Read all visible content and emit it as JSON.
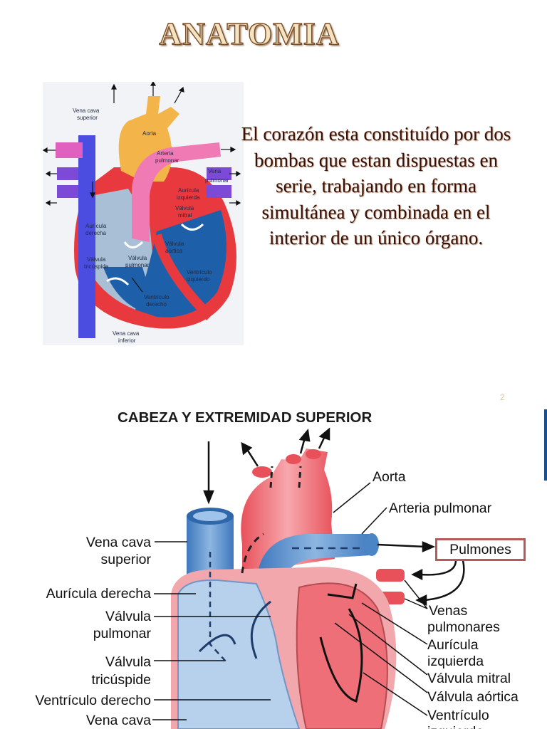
{
  "slide1": {
    "title": "ANATOMIA",
    "body": "El corazón esta constituído por dos bombas que estan dispuestas en serie, trabajando en forma simultánea y combinada en el interior de un único órgano.",
    "page_number": "2",
    "diagram_labels": {
      "vena_cava_superior_1": "Vena cava",
      "vena_cava_superior_2": "superior",
      "aorta": "Aorta",
      "arteria_pulmonar_1": "Arteria",
      "arteria_pulmonar_2": "pulmonar",
      "vena_pulmonar_1": "Vena",
      "vena_pulmonar_2": "pulmonar",
      "auricula_izquierda_1": "Aurícula",
      "auricula_izquierda_2": "izquierda",
      "valvula_mitral_1": "Válvula",
      "valvula_mitral_2": "mitral",
      "auricula_derecha_1": "Aurícula",
      "auricula_derecha_2": "derecha",
      "valvula_aortica_1": "Válvula",
      "valvula_aortica_2": "aórtica",
      "valvula_tricuspide_1": "Válvula",
      "valvula_tricuspide_2": "tricúspide",
      "valvula_pulmonar_1": "Válvula",
      "valvula_pulmonar_2": "pulmonar",
      "ventriculo_izquierdo_1": "Ventrículo",
      "ventriculo_izquierdo_2": "izquierdo",
      "ventriculo_derecho_1": "Ventrículo",
      "ventriculo_derecho_2": "derecho",
      "vena_cava_inferior_1": "Vena cava",
      "vena_cava_inferior_2": "inferior"
    },
    "colors": {
      "title_fill": "#f4e3c0",
      "title_stroke": "#7a4e2a",
      "body_text": "#3a0f06"
    }
  },
  "slide2": {
    "title": "CABEZA Y EXTREMIDAD SUPERIOR",
    "labels": {
      "aorta": "Aorta",
      "arteria_pulmonar": "Arteria pulmonar",
      "pulmones": "Pulmones",
      "vena_cava_superior_1": "Vena cava",
      "vena_cava_superior_2": "superior",
      "auricula_derecha": "Aurícula derecha",
      "valvula_pulmonar_1": "Válvula",
      "valvula_pulmonar_2": "pulmonar",
      "valvula_tricuspide_1": "Válvula",
      "valvula_tricuspide_2": "tricúspide",
      "ventriculo_derecho": "Ventrículo derecho",
      "vena_cava": "Vena cava",
      "venas_pulmonares_1": "Venas",
      "venas_pulmonares_2": "pulmonares",
      "auricula_izquierda_1": "Aurícula",
      "auricula_izquierda_2": "izquierda",
      "valvula_mitral": "Válvula mitral",
      "valvula_aortica": "Válvula aórtica",
      "ventriculo_1": "Ventrículo",
      "ventriculo_2": "izquierdo"
    },
    "colors": {
      "oxygenated": "#e8505a",
      "deoxygenated": "#4a86c6",
      "pulmones_border": "#b55a5a"
    }
  }
}
